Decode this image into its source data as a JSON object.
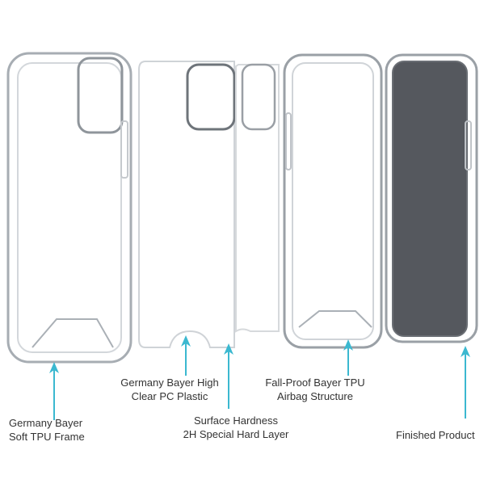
{
  "colors": {
    "arrow": "#3bb8d0",
    "text": "#333333",
    "screen": "#55585e"
  },
  "labels": {
    "tpu_frame": {
      "line1": "Germany Bayer",
      "line2": "Soft TPU Frame"
    },
    "pc_plastic": {
      "line1": "Germany Bayer High",
      "line2": "Clear PC Plastic"
    },
    "hard_layer": {
      "line1": "Surface Hardness",
      "line2": "2H Special Hard Layer"
    },
    "airbag": {
      "line1": "Fall-Proof Bayer TPU",
      "line2": "Airbag Structure"
    },
    "finished": {
      "line1": "Finished Product"
    }
  }
}
